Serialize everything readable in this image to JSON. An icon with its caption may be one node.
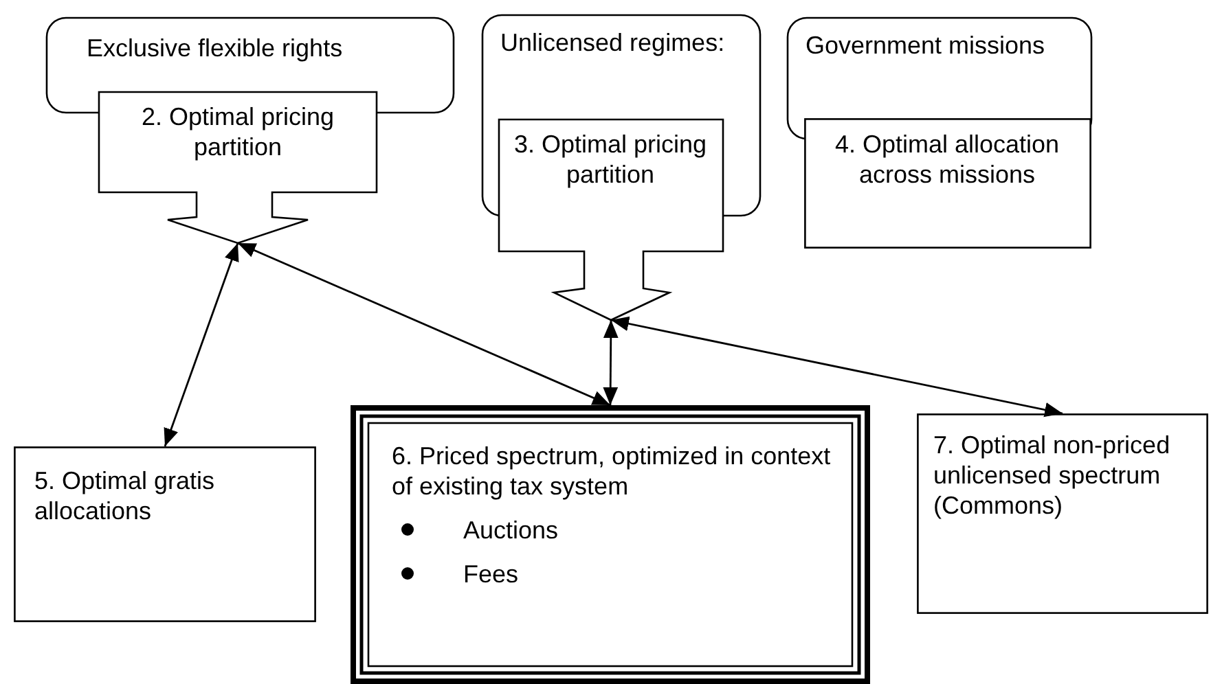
{
  "diagram": {
    "nodes": [
      {
        "text": [
          "Exclusive flexible rights"
        ]
      },
      {
        "text": [
          "2. Optimal pricing partition"
        ]
      },
      {
        "text": [
          "Unlicensed regimes:"
        ]
      },
      {
        "text": [
          "3. Optimal pricing partition"
        ]
      },
      {
        "text": [
          "Government missions"
        ]
      },
      {
        "text": [
          "4. Optimal allocation across missions"
        ]
      },
      {
        "text": [
          "5. Optimal gratis allocations"
        ]
      },
      {
        "text": [
          "6. Priced spectrum, optimized in context of existing tax system",
          "Auctions",
          "Fees"
        ]
      },
      {
        "text": [
          "7. Optimal non-priced unlicensed spectrum (Commons)"
        ]
      }
    ],
    "edges": [
      {
        "from": 6,
        "to": 1,
        "arrow": "both"
      },
      {
        "from": 1,
        "to": 7,
        "arrow": "both"
      },
      {
        "from": 3,
        "to": 7,
        "arrow": "both"
      },
      {
        "from": 3,
        "to": 8,
        "arrow": "both"
      }
    ]
  }
}
